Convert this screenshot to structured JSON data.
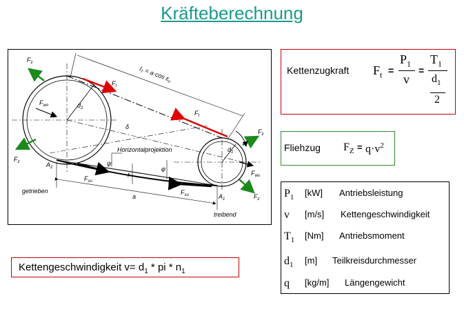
{
  "title": "Kräfteberechnung",
  "diagram": {
    "labels": {
      "fz_top_left": "F",
      "fz_top_left_sub": "z",
      "fz_bottom_left": "F",
      "fz_bottom_left_sub": "z",
      "fz_top_right": "F",
      "fz_top_right_sub": "z",
      "fz_bottom_right": "F",
      "fz_bottom_right_sub": "z",
      "fwo": "F",
      "fwo_sub": "wo",
      "fwu": "F",
      "fwu_sub": "wu",
      "ft_upper": "F",
      "ft_upper_sub": "t",
      "ft_lower": "F",
      "ft_lower_sub": "t",
      "fso": "F",
      "fso_sub": "so",
      "fsu": "F",
      "fsu_sub": "su",
      "d2": "d",
      "d2_sub": "2",
      "d1": "d",
      "d1_sub": "1",
      "lt_formula": "l",
      "lt_formula_sub": "T",
      "lt_formula_rest": " = a·cos ε",
      "lt_formula_sub2": "o",
      "delta": "δ",
      "psi": "ψ",
      "phi": "φ",
      "f": "f",
      "horizontal": "Horizontalprojektion",
      "a2": "A",
      "a2_sub": "2",
      "a1": "A",
      "a1_sub": "1",
      "a": "a",
      "getrieben": "getrieben",
      "treibend": "treibend"
    }
  },
  "kettenzugkraft": {
    "label": "Kettenzugkraft",
    "ft": "F",
    "ft_sub": "t",
    "eq1": "=",
    "p": "P",
    "p_sub": "1",
    "v": "v",
    "eq2": "=",
    "t": "T",
    "t_sub": "1",
    "d": "d",
    "d_sub": "1",
    "two": "2"
  },
  "fliehzug": {
    "label": "Fliehzug",
    "fz": "F",
    "fz_sub": "Z",
    "eq": "=",
    "rhs": "q·v",
    "exp": "2"
  },
  "legend": [
    {
      "sym": "P",
      "sub": "1",
      "unit": "[kW]",
      "desc": "Antriebsleistung"
    },
    {
      "sym": "v",
      "sub": "",
      "unit": "[m/s]",
      "desc": "Kettengeschwindigkeit"
    },
    {
      "sym": "T",
      "sub": "1",
      "unit": "[Nm]",
      "desc": "Antriebsmoment"
    },
    {
      "sym": "d",
      "sub": "1",
      "unit": "[m]",
      "desc": "Teilkreisdurchmesser"
    },
    {
      "sym": "q",
      "sub": "",
      "unit": "[kg/m]",
      "desc": "Längengewicht"
    }
  ],
  "speed": {
    "label": "Kettengeschwindigkeit  v=  d",
    "sub1": "1",
    "mid": " * pi * n",
    "sub2": "1"
  },
  "colors": {
    "title": "#1a9a8c",
    "red_box": "#c00000",
    "green_box": "#2f8b2f",
    "force_red": "#e00000",
    "force_green": "#1b8a1b"
  }
}
